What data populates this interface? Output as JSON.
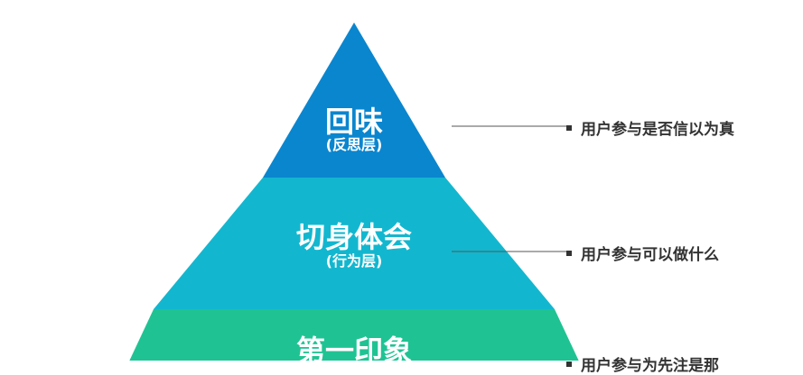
{
  "colors": {
    "top_tier": "#0a86cf",
    "middle_tier": "#12b7cf",
    "bottom_tier": "#1fc393",
    "text_dark": "#333333",
    "line": "#555555"
  },
  "tiers": [
    {
      "title": "回味",
      "subtitle": "(反思层)",
      "description": "用户参与是否信以为真"
    },
    {
      "title": "切身体会",
      "subtitle": "(行为层)",
      "description": "用户参与可以做什么"
    },
    {
      "title": "第一印象",
      "subtitle": "",
      "description": "用户参与为先注是那"
    }
  ]
}
